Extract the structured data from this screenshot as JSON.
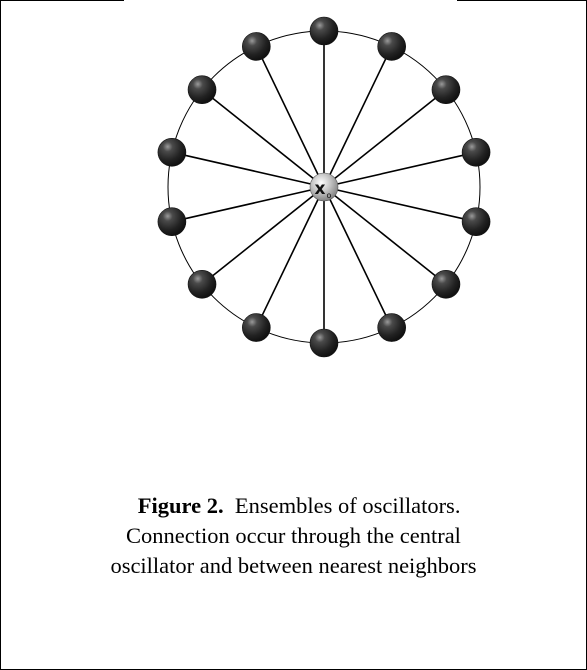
{
  "figure": {
    "center_node_label": "x",
    "center_node_subscript": "o",
    "outer_node_count": 14,
    "colors": {
      "node_dark": "#2b2b2b",
      "node_center": "#b8b8b8",
      "line": "#000000"
    }
  },
  "caption": {
    "label": "Figure 2.",
    "title": "Ensembles of oscillators.",
    "line2": "Connection occur through the central",
    "line3": "oscillator and between nearest neighbors"
  }
}
